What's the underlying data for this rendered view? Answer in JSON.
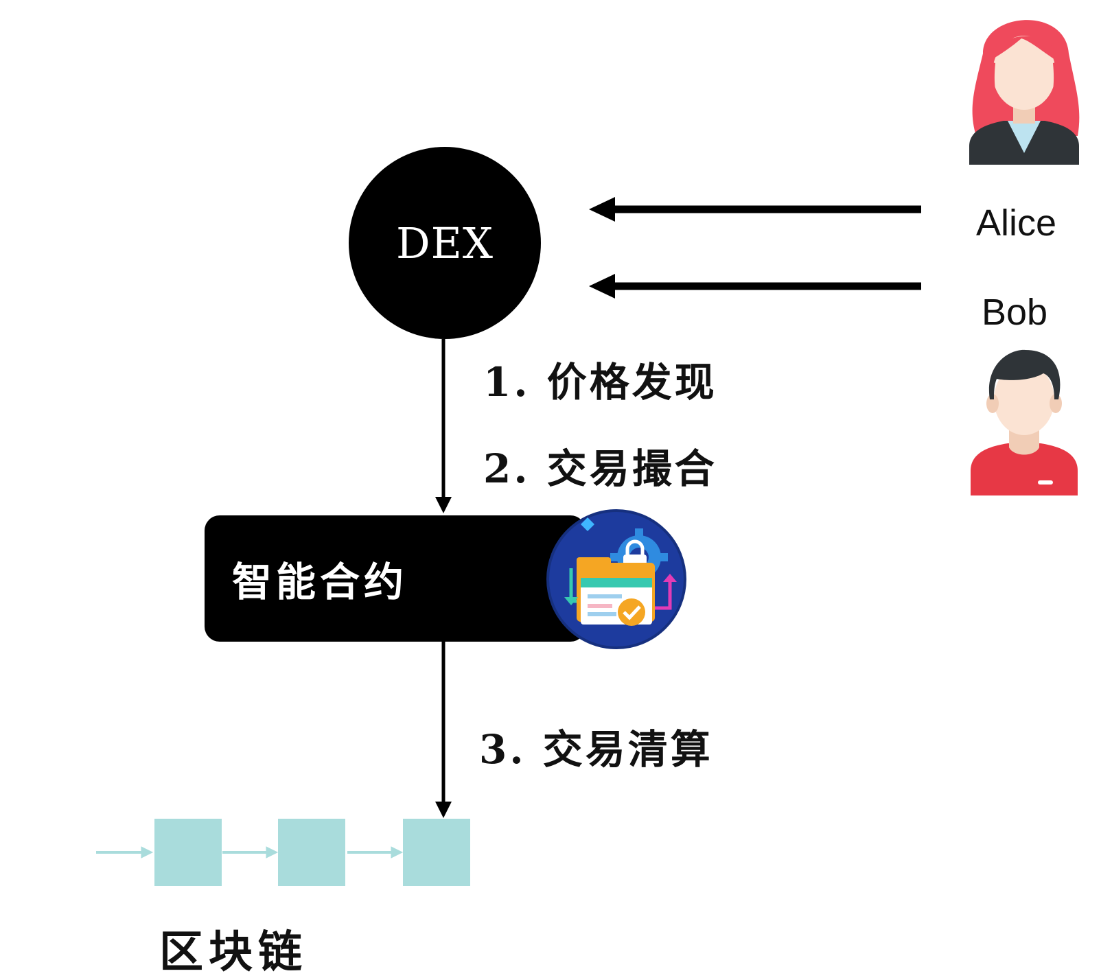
{
  "dex": {
    "label": "DEX"
  },
  "users": {
    "alice": {
      "name": "Alice",
      "hair_color": "#ef4a5c",
      "icon": "woman-avatar-icon"
    },
    "bob": {
      "name": "Bob",
      "shirt_color": "#e73845",
      "icon": "man-avatar-icon"
    }
  },
  "steps": [
    {
      "text": "1. 价格发现"
    },
    {
      "text": "2. 交易撮合"
    },
    {
      "text": "3. 交易清算"
    }
  ],
  "smart_contract": {
    "label": "智能合约",
    "icon": "smart-contract-icon"
  },
  "blockchain": {
    "label": "区块链",
    "block_color": "#a9dcdc"
  }
}
